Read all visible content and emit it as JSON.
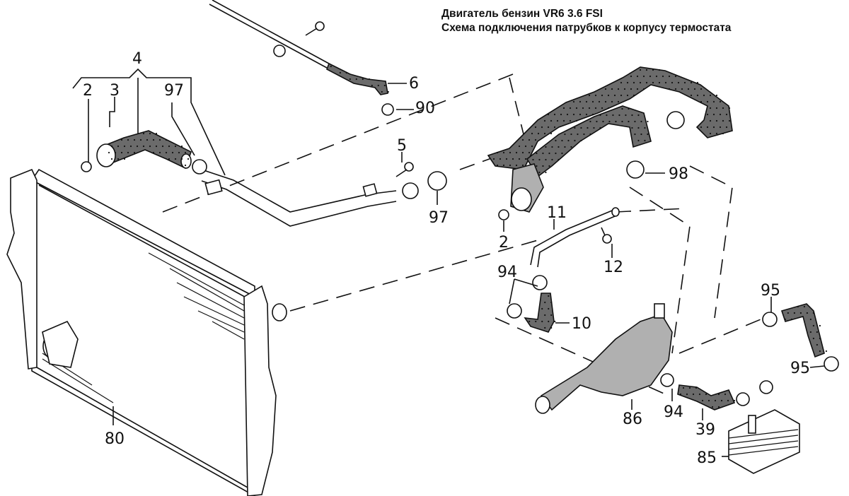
{
  "title": {
    "line1": "Двигатель бензин VR6 3.6 FSI",
    "line2": "Схема подключения патрубков к корпусу термостата"
  },
  "colors": {
    "hose_fill": "#6b6b6b",
    "line": "#111111",
    "background": "#ffffff",
    "thermostat_fill": "#b0b0b0"
  },
  "callouts": {
    "group_4": "4",
    "ring_2_left": "2",
    "connector_3": "3",
    "clamp_97_left": "97",
    "hose_6": "6",
    "clamp_90": "90",
    "bolt_5": "5",
    "clamp_97_mid": "97",
    "ring_2_mid": "2",
    "pipe_11": "11",
    "bolt_12": "12",
    "clamp_98": "98",
    "clamp_94_upper": "94",
    "hose_10": "10",
    "radiator_80": "80",
    "clamp_95_upper": "95",
    "clamp_95_lower": "95",
    "thermostat_86": "86",
    "clamp_94_lower": "94",
    "hose_39": "39",
    "oil_cooler_85": "85"
  }
}
